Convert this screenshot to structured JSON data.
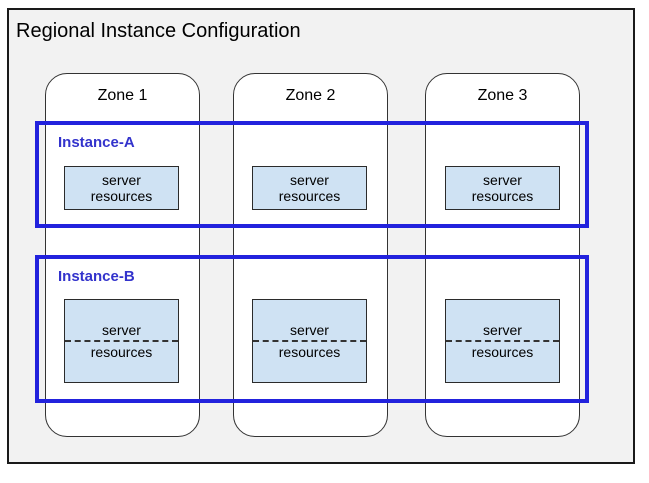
{
  "title": "Regional Instance Configuration",
  "zones": [
    {
      "label": "Zone 1"
    },
    {
      "label": "Zone 2"
    },
    {
      "label": "Zone 3"
    }
  ],
  "instances": [
    {
      "label": "Instance-A",
      "boxes": [
        {
          "line1": "server",
          "line2": "resources"
        },
        {
          "line1": "server",
          "line2": "resources"
        },
        {
          "line1": "server",
          "line2": "resources"
        }
      ]
    },
    {
      "label": "Instance-B",
      "boxes": [
        {
          "line1": "server",
          "line2": "resources"
        },
        {
          "line1": "server",
          "line2": "resources"
        },
        {
          "line1": "server",
          "line2": "resources"
        }
      ]
    }
  ],
  "colors": {
    "region_background": "#f2f2f2",
    "zone_fill": "#ffffff",
    "instance_border": "#2222dd",
    "instance_label": "#3333cc",
    "server_box_fill": "#cfe2f3",
    "outer_border": "#1a1a1a"
  }
}
